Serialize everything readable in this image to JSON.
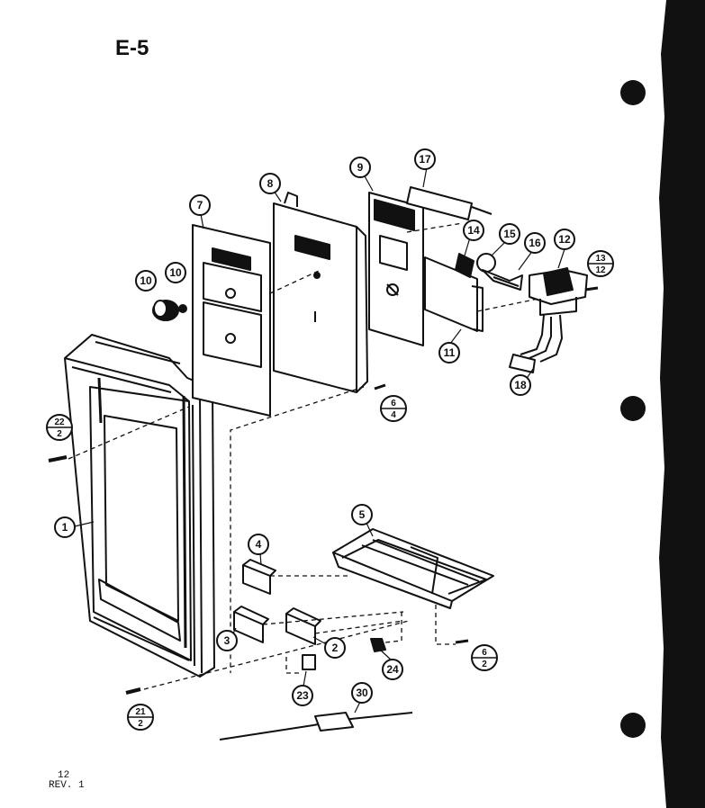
{
  "page": {
    "title": "E-5",
    "page_number": "12",
    "revision": "REV. 1"
  },
  "callouts": {
    "c1": "1",
    "c2": "2",
    "c3": "3",
    "c4": "4",
    "c5": "5",
    "c7": "7",
    "c8": "8",
    "c9": "9",
    "c10a": "10",
    "c10b": "10",
    "c11": "11",
    "c12": "12",
    "c14": "14",
    "c15": "15",
    "c16": "16",
    "c17": "17",
    "c18": "18",
    "c23": "23",
    "c24": "24",
    "c30": "30",
    "f6_4": {
      "top": "6",
      "bottom": "4"
    },
    "f13_12": {
      "top": "13",
      "bottom": "12"
    },
    "f22_2": {
      "top": "22",
      "bottom": "2"
    },
    "f6_2": {
      "top": "6",
      "bottom": "2"
    },
    "f21_2": {
      "top": "21",
      "bottom": "2"
    }
  },
  "colors": {
    "ink": "#111111",
    "paper": "#ffffff"
  }
}
